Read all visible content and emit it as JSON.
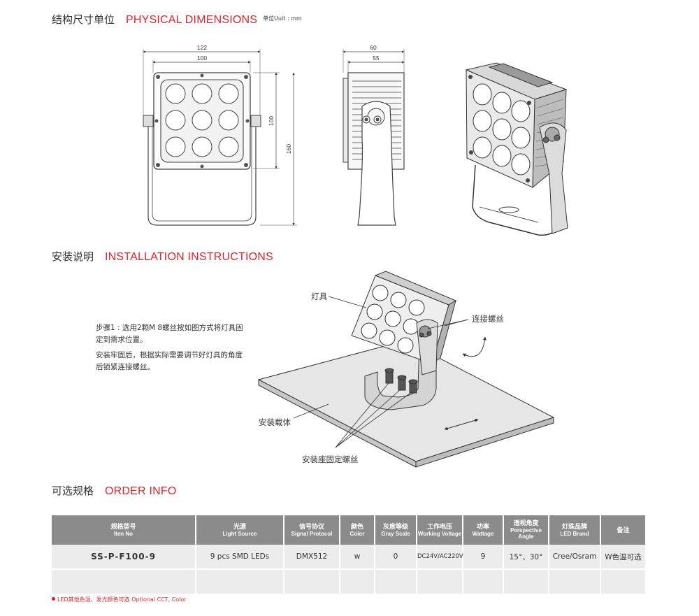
{
  "sections": {
    "dimensions": {
      "zh": "结构尺寸单位",
      "en": "PHYSICAL DIMENSIONS",
      "unit": "单位Uuit : mm"
    },
    "installation": {
      "zh": "安装说明",
      "en": "INSTALLATION INSTRUCTIONS"
    },
    "order": {
      "zh": "可选规格",
      "en": "ORDER INFO"
    }
  },
  "dimension_labels": {
    "front_width_outer": "122",
    "front_width_inner": "100",
    "front_height_inner": "100",
    "front_height_outer": "160",
    "side_depth_outer": "60",
    "side_depth_inner": "55"
  },
  "installation": {
    "step1": "步骤1 : 选用2颗M 8螺丝按如图方式将灯具固定到需求位置。",
    "step2": "安装牢固后，根据实际需要调节好灯具的角度后锁紧连接螺丝。",
    "labels": {
      "fixture": "灯具",
      "connect_screw": "连接螺丝",
      "carrier": "安装载体",
      "base_screw": "安装座固定螺丝"
    }
  },
  "table": {
    "headers": [
      {
        "zh": "规格型号",
        "en": "Iten No"
      },
      {
        "zh": "光源",
        "en": "Light Source"
      },
      {
        "zh": "信号协议",
        "en": "Signal Protocol"
      },
      {
        "zh": "颜色",
        "en": "Color"
      },
      {
        "zh": "灰度等级",
        "en": "Gray Scale"
      },
      {
        "zh": "工作电压",
        "en": "Working Voltage"
      },
      {
        "zh": "功率",
        "en": "Wattage"
      },
      {
        "zh": "透视角度",
        "en": "Perspective Angle"
      },
      {
        "zh": "灯珠品牌",
        "en": "LED Brand"
      },
      {
        "zh": "备注",
        "en": ""
      }
    ],
    "rows": [
      [
        "SS-P-F100-9",
        "9 pcs SMD LEDs",
        "DMX512",
        "w",
        "0",
        "DC24V/AC220V",
        "9",
        "15°、30°",
        "Cree/Osram",
        "W色温可选"
      ],
      [
        "",
        "",
        "",
        "",
        "",
        "",
        "",
        "",
        "",
        ""
      ]
    ]
  },
  "note": "LED其他色温、发光颜色可选  Optional CCT, Color"
}
